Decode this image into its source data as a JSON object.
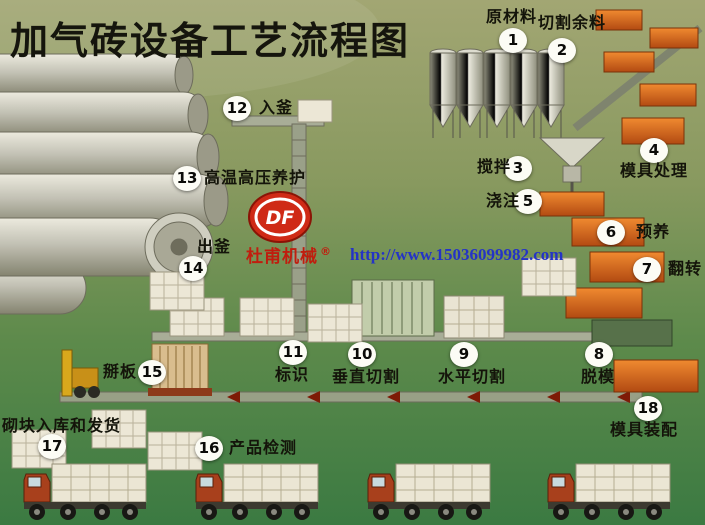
{
  "title": "加气砖设备工艺流程图",
  "logo": {
    "initials": "DF",
    "company": "杜甫机械",
    "registered": "®",
    "url": "http://www.15036099982.com"
  },
  "steps": [
    {
      "num": "1",
      "label": "原材料"
    },
    {
      "num": "2",
      "label": "切割余料"
    },
    {
      "num": "3",
      "label": "搅拌"
    },
    {
      "num": "4",
      "label": "模具处理"
    },
    {
      "num": "5",
      "label": "浇注"
    },
    {
      "num": "6",
      "label": "预养"
    },
    {
      "num": "7",
      "label": "翻转"
    },
    {
      "num": "8",
      "label": "脱模"
    },
    {
      "num": "9",
      "label": "水平切割"
    },
    {
      "num": "10",
      "label": "垂直切割"
    },
    {
      "num": "11",
      "label": "标识"
    },
    {
      "num": "12",
      "label": "入釜"
    },
    {
      "num": "13",
      "label": "高温高压养护"
    },
    {
      "num": "14",
      "label": "出釜"
    },
    {
      "num": "15",
      "label": "掰板"
    },
    {
      "num": "16",
      "label": "产品检测"
    },
    {
      "num": "17",
      "label": "砌块入库和发货"
    },
    {
      "num": "18",
      "label": "模具装配"
    }
  ],
  "colors": {
    "background_top": "#a2a673",
    "background_bottom": "#3b7a42",
    "badge_background": "#fcfcf5",
    "badge_text": "#0b0b08",
    "title_text": "#15150d",
    "logo_red": "#c01d0e",
    "url_blue": "#2433c6",
    "mold_orange": "#e07a24",
    "equipment_gray": "#c2c1b4"
  }
}
